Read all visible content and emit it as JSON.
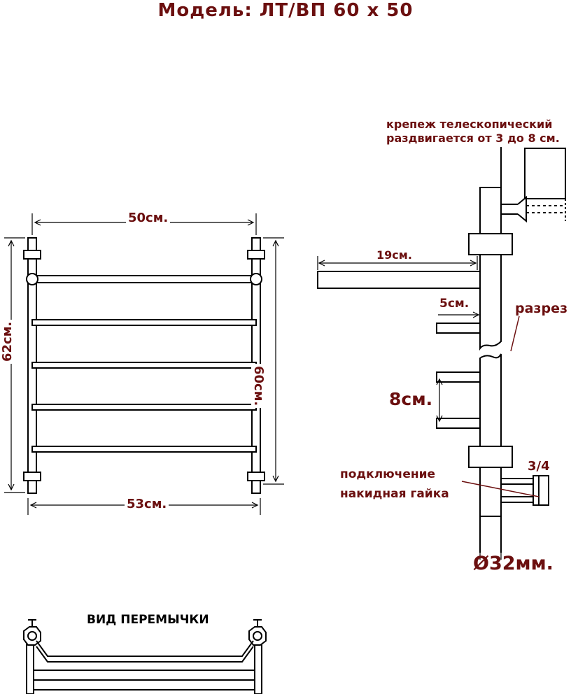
{
  "title": "Модель: ЛТ/ВП 60 х 50",
  "front_view": {
    "width_top": "50см.",
    "width_bottom": "53см.",
    "height_left": "62см.",
    "height_right": "60см."
  },
  "side_view": {
    "mount_note_line1": "крепеж телескопический",
    "mount_note_line2": "раздвигается от 3 до 8 см.",
    "shelf_depth": "19см.",
    "bar_depth": "5см.",
    "cut_label": "разрез",
    "spacing": "8см.",
    "thread": "3/4",
    "connection_line1": "подключение",
    "connection_line2": "накидная гайка",
    "diameter": "Ø32мм."
  },
  "bridge_view": {
    "label": "ВИД ПЕРЕМЫЧКИ"
  },
  "colors": {
    "label": "#6b0f0f",
    "line": "#000000"
  }
}
